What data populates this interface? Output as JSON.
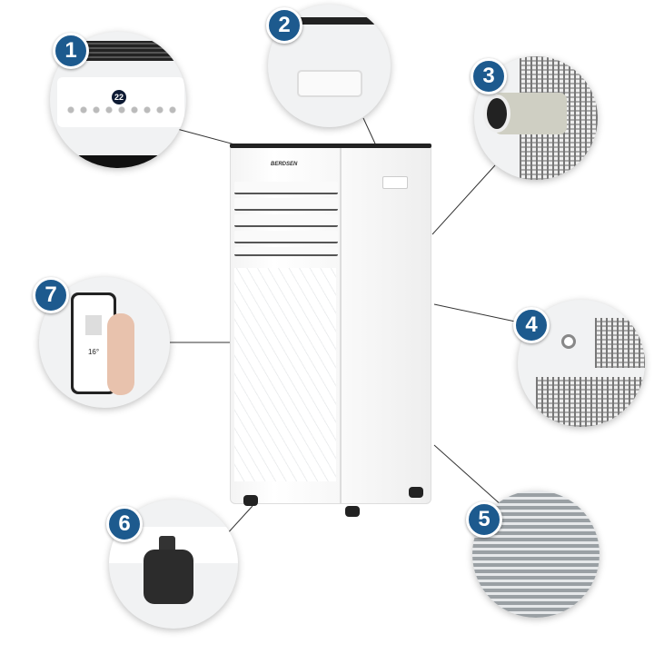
{
  "product": {
    "brand": "BERDSEN",
    "display_temperature": "22"
  },
  "callouts": [
    {
      "number": "1",
      "feature": "control-panel"
    },
    {
      "number": "2",
      "feature": "handle"
    },
    {
      "number": "3",
      "feature": "exhaust-hose"
    },
    {
      "number": "4",
      "feature": "rear-connectors"
    },
    {
      "number": "5",
      "feature": "filter"
    },
    {
      "number": "6",
      "feature": "caster-wheel"
    },
    {
      "number": "7",
      "feature": "smartphone-app"
    }
  ],
  "app": {
    "temperature": "16°"
  },
  "colors": {
    "badge": "#1d5a8e",
    "unit": "#ffffff"
  }
}
